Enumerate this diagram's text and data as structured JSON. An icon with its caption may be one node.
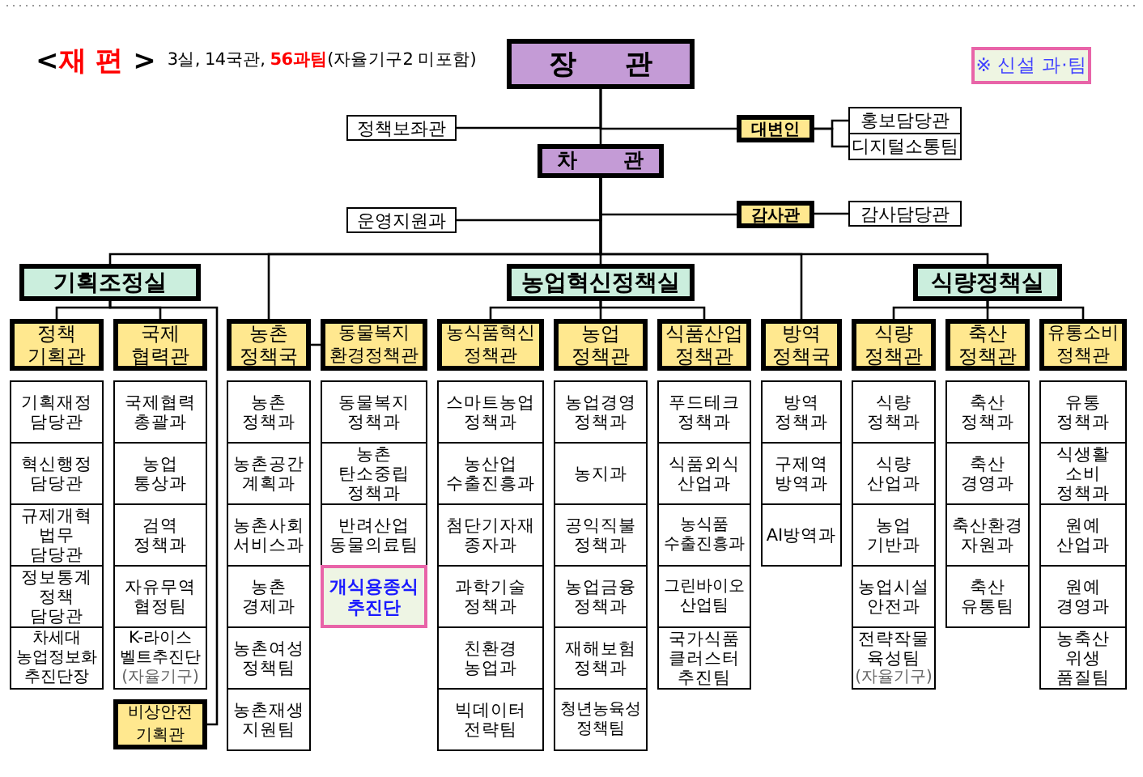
{
  "diagram": {
    "title": "<**재 편** >",
    "nodes": [
      {
        "text": [
          "장 관"
        ]
      },
      {
        "text": [
          "정책보좌관"
        ]
      },
      {
        "text": [
          "대변인"
        ]
      },
      {
        "text": [
          "홍보담당관"
        ]
      },
      {
        "text": [
          "디지털소통팀"
        ]
      },
      {
        "text": [
          "차 관"
        ]
      },
      {
        "text": [
          "운영지원과"
        ]
      },
      {
        "text": [
          "감사관"
        ]
      },
      {
        "text": [
          "감사담당관"
        ]
      },
      {
        "text": [
          "기획조정실"
        ]
      },
      {
        "text": [
          "농업혁신정책실"
        ]
      },
      {
        "text": [
          "식량정책실"
        ]
      },
      {
        "text": [
          "정책 기획관"
        ]
      },
      {
        "text": [
          "국제 협력관"
        ]
      },
      {
        "text": [
          "비상안전 기획관"
        ]
      },
      {
        "text": [
          "농촌 정책국"
        ]
      },
      {
        "text": [
          "동물복지 환경정책관"
        ]
      },
      {
        "text": [
          "농식품혁신 정책관"
        ]
      },
      {
        "text": [
          "농업 정책관"
        ]
      },
      {
        "text": [
          "식품산업 정책관"
        ]
      },
      {
        "text": [
          "방역 정책국"
        ]
      },
      {
        "text": [
          "식량 정책관"
        ]
      },
      {
        "text": [
          "축산 정책관"
        ]
      },
      {
        "text": [
          "유통소비 정책관"
        ]
      },
      {
        "text": [
          "기획재정 담당관"
        ]
      },
      {
        "text": [
          "혁신행정 담당관"
        ]
      },
      {
        "text": [
          "규제개혁 법무 담당관"
        ]
      },
      {
        "text": [
          "정보통계 정책 담당관"
        ]
      },
      {
        "text": [
          "차세대 농업정보화 추진단장"
        ]
      },
      {
        "text": [
          "국제협력 총괄과"
        ]
      },
      {
        "text": [
          "농업 통상과"
        ]
      },
      {
        "text": [
          "검역 정책과"
        ]
      },
      {
        "text": [
          "자유무역 협정팀"
        ]
      },
      {
        "text": [
          "K-라이스 벨트추진단",
          "(자율기구)"
        ]
      },
      {
        "text": [
          "농촌 정책과"
        ]
      },
      {
        "text": [
          "농촌공간 계획과"
        ]
      },
      {
        "text": [
          "농촌사회 서비스과"
        ]
      },
      {
        "text": [
          "농촌 경제과"
        ]
      },
      {
        "text": [
          "농촌여성 정책팀"
        ]
      },
      {
        "text": [
          "농촌재생 지원팀"
        ]
      },
      {
        "text": [
          "동물복지 정책과"
        ]
      },
      {
        "text": [
          "농촌 탄소중립 정책과"
        ]
      },
      {
        "text": [
          "반려산업 동물의료팀"
        ]
      },
      {
        "text": [
          "개식용종식 추진단"
        ]
      },
      {
        "text": [
          "스마트농업 정책과"
        ]
      },
      {
        "text": [
          "농산업 수출진흥과"
        ]
      },
      {
        "text": [
          "첨단기자재 종자과"
        ]
      },
      {
        "text": [
          "과학기술 정책과"
        ]
      },
      {
        "text": [
          "친환경 농업과"
        ]
      },
      {
        "text": [
          "빅데이터 전략팀"
        ]
      },
      {
        "text": [
          "농업경영 정책과"
        ]
      },
      {
        "text": [
          "농지과"
        ]
      },
      {
        "text": [
          "공익직불 정책과"
        ]
      },
      {
        "text": [
          "농업금융 정책과"
        ]
      },
      {
        "text": [
          "재해보험 정책과"
        ]
      },
      {
        "text": [
          "청년농육성 정책팀"
        ]
      },
      {
        "text": [
          "푸드테크 정책과"
        ]
      },
      {
        "text": [
          "식품외식 산업과"
        ]
      },
      {
        "text": [
          "농식품 수출진흥과"
        ]
      },
      {
        "text": [
          "그린바이오 산업팀"
        ]
      },
      {
        "text": [
          "국가식품 클러스터 추진팀"
        ]
      },
      {
        "text": [
          "방역 정책과"
        ]
      },
      {
        "text": [
          "구제역 방역과"
        ]
      },
      {
        "text": [
          "AI방역과"
        ]
      },
      {
        "text": [
          "식량 정책과"
        ]
      },
      {
        "text": [
          "식량 산업과"
        ]
      },
      {
        "text": [
          "농업 기반과"
        ]
      },
      {
        "text": [
          "농업시설 안전과"
        ]
      },
      {
        "text": [
          "전략작물 육성팀",
          "(자율기구)"
        ]
      },
      {
        "text": [
          "축산 정책과"
        ]
      },
      {
        "text": [
          "축산 경영과"
        ]
      },
      {
        "text": [
          "축산환경 자원과"
        ]
      },
      {
        "text": [
          "축산 유통팀"
        ]
      },
      {
        "text": [
          "유통 정책과"
        ]
      },
      {
        "text": [
          "식생활 소비 정책과"
        ]
      },
      {
        "text": [
          "원예 산업과"
        ]
      },
      {
        "text": [
          "원예 경영과"
        ]
      },
      {
        "text": [
          "농축산 위생 품질팀"
        ]
      }
    ],
    "edges": [
      {
        "from": 0,
        "to": 1,
        "arrow": "none"
      },
      {
        "from": 0,
        "to": 2,
        "arrow": "none"
      },
      {
        "from": 2,
        "to": 3,
        "arrow": "none"
      },
      {
        "from": 2,
        "to": 4,
        "arrow": "none"
      },
      {
        "from": 0,
        "to": 5,
        "arrow": "none"
      },
      {
        "from": 5,
        "to": 6,
        "arrow": "none"
      },
      {
        "from": 5,
        "to": 7,
        "arrow": "none"
      },
      {
        "from": 7,
        "to": 8,
        "arrow": "none"
      },
      {
        "from": 5,
        "to": 9,
        "arrow": "none"
      },
      {
        "from": 5,
        "to": 15,
        "arrow": "none"
      },
      {
        "from": 5,
        "to": 10,
        "arrow": "none"
      },
      {
        "from": 5,
        "to": 20,
        "arrow": "none"
      },
      {
        "from": 5,
        "to": 11,
        "arrow": "none"
      },
      {
        "from": 9,
        "to": 12,
        "arrow": "none"
      },
      {
        "from": 9,
        "to": 13,
        "arrow": "none"
      },
      {
        "from": 9,
        "to": 14,
        "arrow": "none"
      },
      {
        "from": 15,
        "to": 16,
        "arrow": "none"
      },
      {
        "from": 10,
        "to": 17,
        "arrow": "none"
      },
      {
        "from": 10,
        "to": 18,
        "arrow": "none"
      },
      {
        "from": 10,
        "to": 19,
        "arrow": "none"
      },
      {
        "from": 11,
        "to": 21,
        "arrow": "none"
      },
      {
        "from": 11,
        "to": 22,
        "arrow": "none"
      },
      {
        "from": 11,
        "to": 23,
        "arrow": "none"
      }
    ],
    "labels": [
      "3실, 14국관, **56과팀**(자율기구2 미포함)"
    ],
    "legend": [
      {
        "text": "※ 신설 과·팀"
      }
    ]
  }
}
